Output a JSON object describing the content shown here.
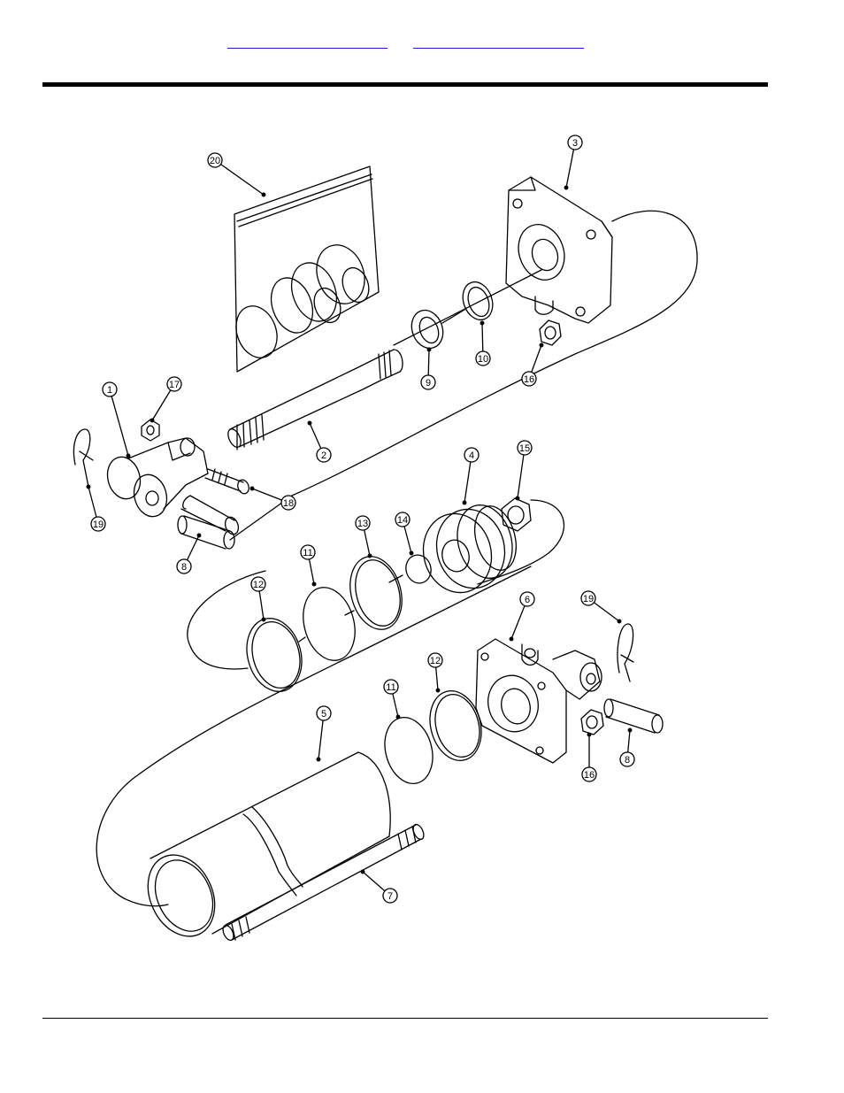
{
  "header": {
    "link_a": "",
    "link_b": ""
  },
  "diagram": {
    "callouts": [
      {
        "id": "c20",
        "label": "20"
      },
      {
        "id": "c3",
        "label": "3"
      },
      {
        "id": "c10",
        "label": "10"
      },
      {
        "id": "c9",
        "label": "9"
      },
      {
        "id": "c16a",
        "label": "16"
      },
      {
        "id": "c1",
        "label": "1"
      },
      {
        "id": "c17",
        "label": "17"
      },
      {
        "id": "c2",
        "label": "2"
      },
      {
        "id": "c18",
        "label": "18"
      },
      {
        "id": "c19a",
        "label": "19"
      },
      {
        "id": "c8a",
        "label": "8"
      },
      {
        "id": "c4",
        "label": "4"
      },
      {
        "id": "c15",
        "label": "15"
      },
      {
        "id": "c13",
        "label": "13"
      },
      {
        "id": "c14",
        "label": "14"
      },
      {
        "id": "c11a",
        "label": "11"
      },
      {
        "id": "c12a",
        "label": "12"
      },
      {
        "id": "c6",
        "label": "6"
      },
      {
        "id": "c19b",
        "label": "19"
      },
      {
        "id": "c12b",
        "label": "12"
      },
      {
        "id": "c11b",
        "label": "11"
      },
      {
        "id": "c5",
        "label": "5"
      },
      {
        "id": "c16b",
        "label": "16"
      },
      {
        "id": "c8b",
        "label": "8"
      },
      {
        "id": "c7",
        "label": "7"
      }
    ]
  }
}
